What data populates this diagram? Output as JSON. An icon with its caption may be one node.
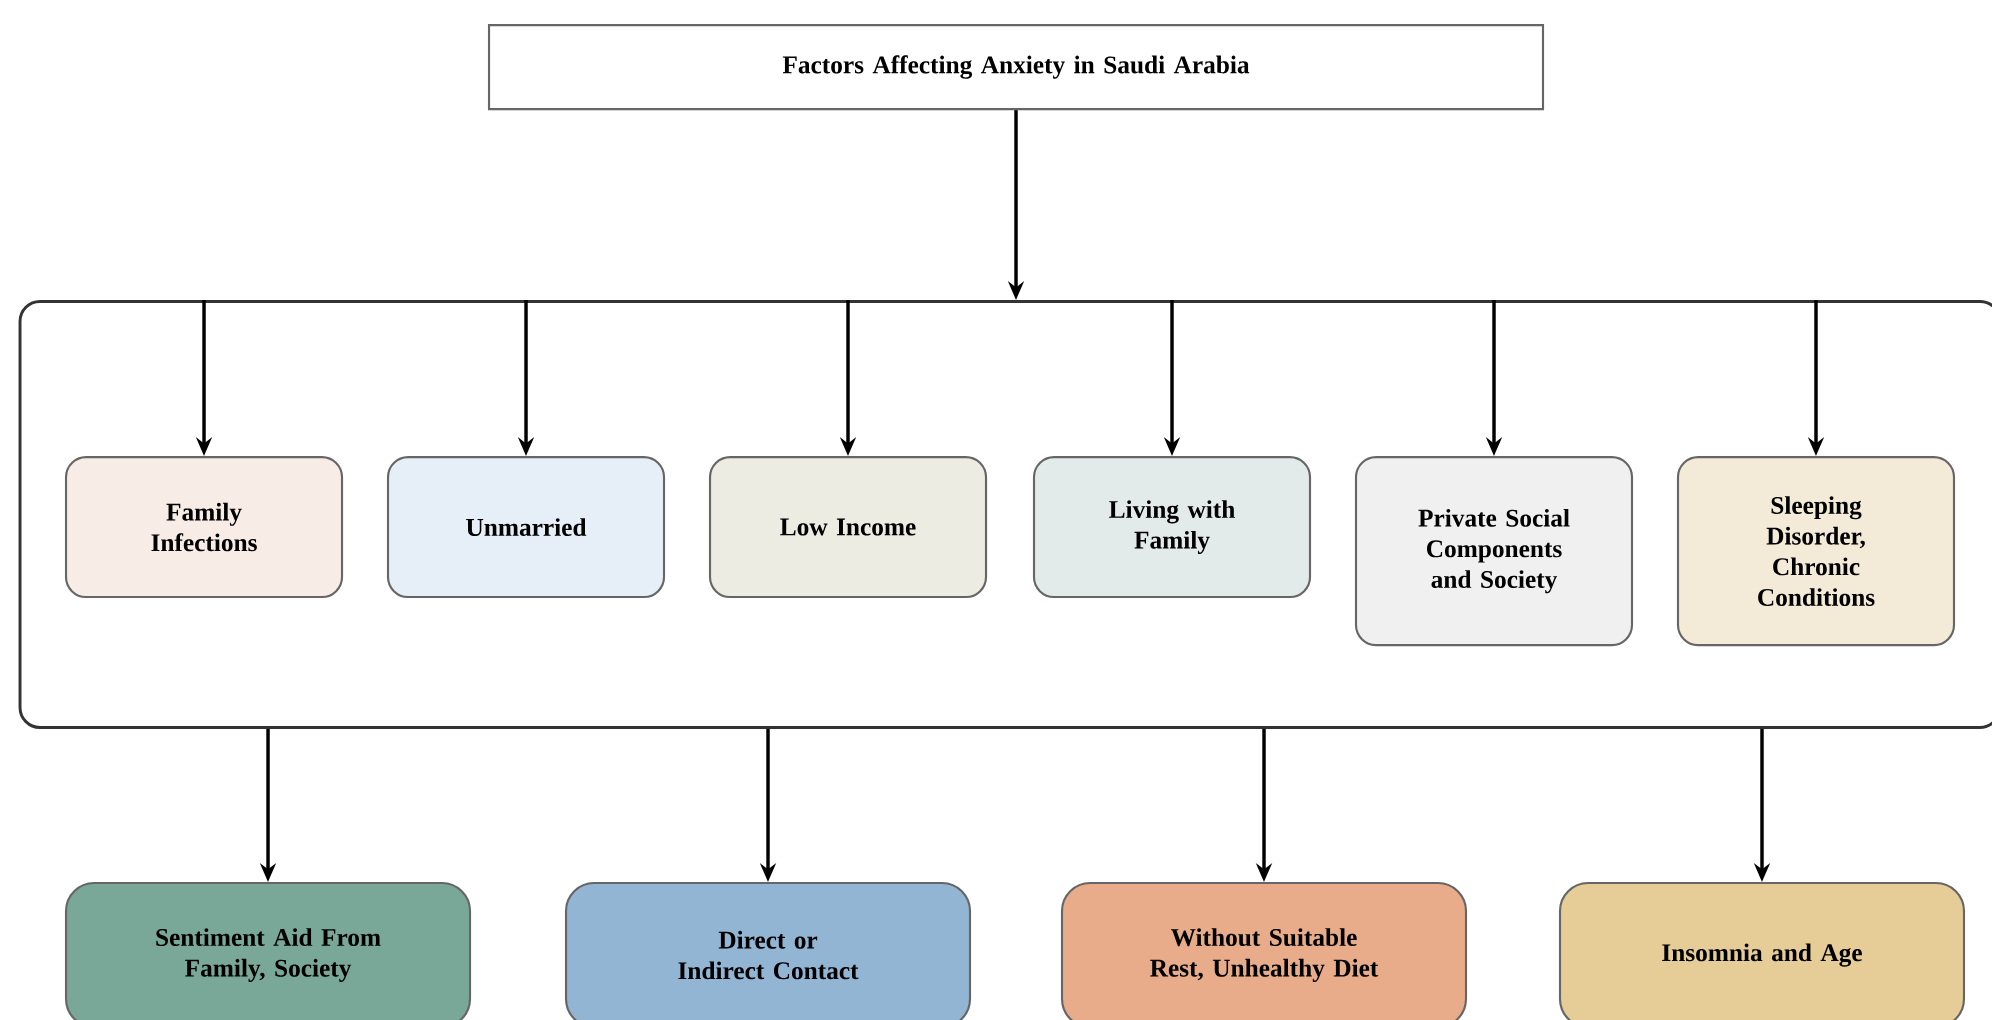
{
  "diagram": {
    "nodes": [
      {
        "text": [
          "Factors Affecting Anxiety in Saudi Arabia"
        ]
      },
      {
        "text": [],
        "shape": "box"
      },
      {
        "text": [
          "Family Infections"
        ],
        "in": 1
      },
      {
        "text": [
          "Unmarried"
        ],
        "in": 1
      },
      {
        "text": [
          "Low Income"
        ],
        "in": 1
      },
      {
        "text": [
          "Living with Family"
        ],
        "in": 1
      },
      {
        "text": [
          "Private Social Components and Society"
        ],
        "in": 1
      },
      {
        "text": [
          "Sleeping Disorder, Chronic Conditions"
        ],
        "in": 1
      },
      {
        "text": [
          "Sentiment Aid From Family, Society"
        ]
      },
      {
        "text": [
          "Direct or Indirect Contact"
        ]
      },
      {
        "text": [
          "Without Suitable Rest, Unhealthy Diet"
        ]
      },
      {
        "text": [
          "Insomnia and Age"
        ]
      }
    ],
    "edges": [
      {
        "from": 0,
        "to": 1,
        "arrow": "to"
      },
      {
        "from": 1,
        "to": 2,
        "arrow": "to"
      },
      {
        "from": 1,
        "to": 3,
        "arrow": "to"
      },
      {
        "from": 1,
        "to": 4,
        "arrow": "to"
      },
      {
        "from": 1,
        "to": 5,
        "arrow": "to"
      },
      {
        "from": 1,
        "to": 6,
        "arrow": "to"
      },
      {
        "from": 1,
        "to": 7,
        "arrow": "to"
      },
      {
        "from": 1,
        "to": 8,
        "arrow": "to"
      },
      {
        "from": 1,
        "to": 9,
        "arrow": "to"
      },
      {
        "from": 1,
        "to": 10,
        "arrow": "to"
      },
      {
        "from": 1,
        "to": 11,
        "arrow": "to"
      }
    ]
  }
}
